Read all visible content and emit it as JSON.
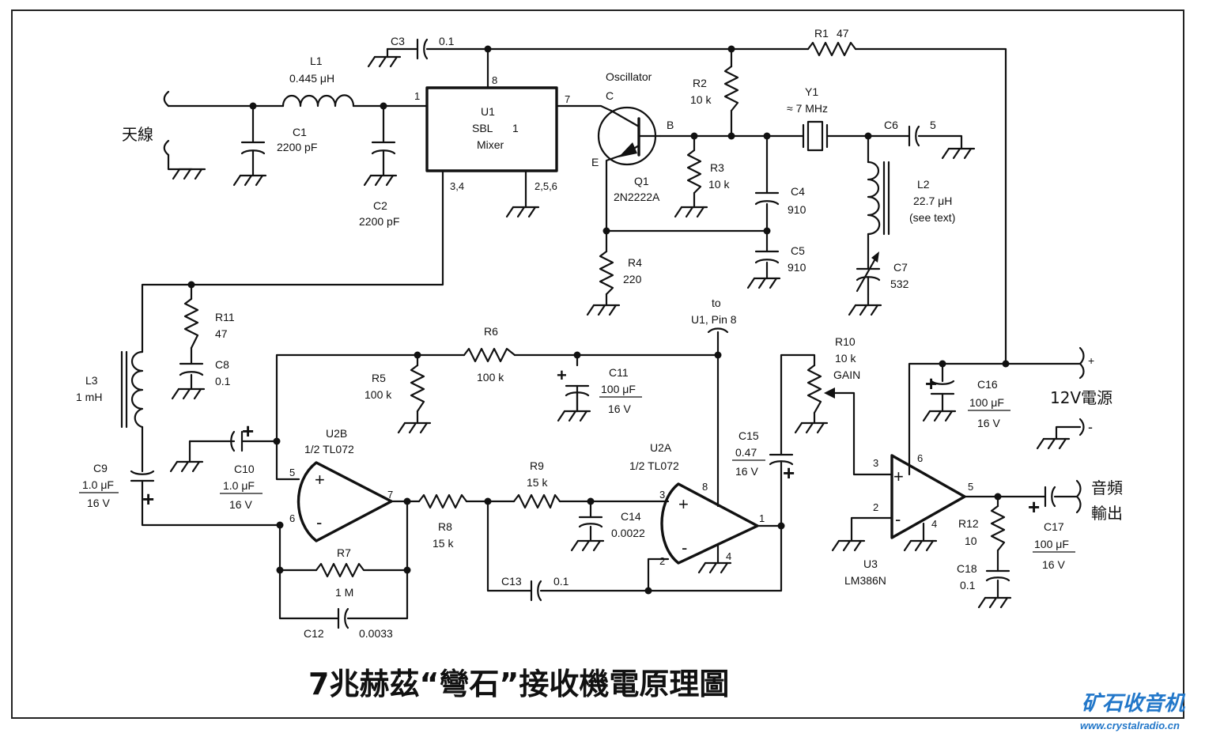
{
  "title": "7兆赫茲“彎石”接收機電原理圖",
  "watermark": {
    "name": "矿石收音机",
    "url": "www.crystalradio.cn",
    "color": "#2277c9"
  },
  "components": {
    "U1": {
      "ref": "U1",
      "type": "SBL",
      "pin_note": "1",
      "func": "Mixer",
      "pins": {
        "p1": "1",
        "p7": "7",
        "p8": "8",
        "p34": "3,4",
        "p256": "2,5,6"
      }
    },
    "Q1": {
      "ref": "Q1",
      "part": "2N2222A",
      "func": "Oscillator",
      "c": "C",
      "b": "B",
      "e": "E"
    },
    "Y1": {
      "ref": "Y1",
      "value": "≈ 7 MHz"
    },
    "L1": {
      "ref": "L1",
      "value": "0.445 μH"
    },
    "L2": {
      "ref": "L2",
      "value": "22.7 μH",
      "note": "(see text)"
    },
    "L3": {
      "ref": "L3",
      "value": "1 mH"
    },
    "C1": {
      "ref": "C1",
      "value": "2200 pF"
    },
    "C2": {
      "ref": "C2",
      "value": "2200 pF"
    },
    "C3": {
      "ref": "C3",
      "value": "0.1"
    },
    "C4": {
      "ref": "C4",
      "value": "910"
    },
    "C5": {
      "ref": "C5",
      "value": "910"
    },
    "C6": {
      "ref": "C6",
      "value": "5"
    },
    "C7": {
      "ref": "C7",
      "value": "532"
    },
    "C8": {
      "ref": "C8",
      "value": "0.1"
    },
    "C9": {
      "ref": "C9",
      "value": "1.0 μF",
      "voltage": "16 V"
    },
    "C10": {
      "ref": "C10",
      "value": "1.0 μF",
      "voltage": "16 V"
    },
    "C11": {
      "ref": "C11",
      "value": "100 μF",
      "voltage": "16 V"
    },
    "C12": {
      "ref": "C12",
      "value": "0.0033"
    },
    "C13": {
      "ref": "C13",
      "value": "0.1"
    },
    "C14": {
      "ref": "C14",
      "value": "0.0022"
    },
    "C15": {
      "ref": "C15",
      "value": "0.47",
      "voltage": "16 V"
    },
    "C16": {
      "ref": "C16",
      "value": "100 μF",
      "voltage": "16 V"
    },
    "C17": {
      "ref": "C17",
      "value": "100 μF",
      "voltage": "16 V"
    },
    "C18": {
      "ref": "C18",
      "value": "0.1"
    },
    "R1": {
      "ref": "R1",
      "value": "47"
    },
    "R2": {
      "ref": "R2",
      "value": "10 k"
    },
    "R3": {
      "ref": "R3",
      "value": "10 k"
    },
    "R4": {
      "ref": "R4",
      "value": "220"
    },
    "R5": {
      "ref": "R5",
      "value": "100 k"
    },
    "R6": {
      "ref": "R6",
      "value": "100 k"
    },
    "R7": {
      "ref": "R7",
      "value": "1 M"
    },
    "R8": {
      "ref": "R8",
      "value": "15 k"
    },
    "R9": {
      "ref": "R9",
      "value": "15 k"
    },
    "R10": {
      "ref": "R10",
      "value": "10 k",
      "note": "GAIN"
    },
    "R11": {
      "ref": "R11",
      "value": "47"
    },
    "R12": {
      "ref": "R12",
      "value": "10"
    },
    "U2A": {
      "ref": "U2A",
      "part": "1/2 TL072",
      "pins": {
        "p3": "3",
        "p2": "2",
        "p1": "1",
        "p8": "8",
        "p4": "4"
      }
    },
    "U2B": {
      "ref": "U2B",
      "part": "1/2 TL072",
      "pins": {
        "p5": "5",
        "p6": "6",
        "p7": "7"
      }
    },
    "U3": {
      "ref": "U3",
      "part": "LM386N",
      "pins": {
        "p3": "3",
        "p2": "2",
        "p6": "6",
        "p5": "5",
        "p4": "4"
      }
    }
  },
  "labels": {
    "antenna": "天線",
    "power": "12V電源",
    "audio_out_1": "音頻",
    "audio_out_2": "輸出",
    "to_u1_1": "to",
    "to_u1_2": "U1, Pin 8",
    "plus": "+",
    "minus": "-"
  }
}
